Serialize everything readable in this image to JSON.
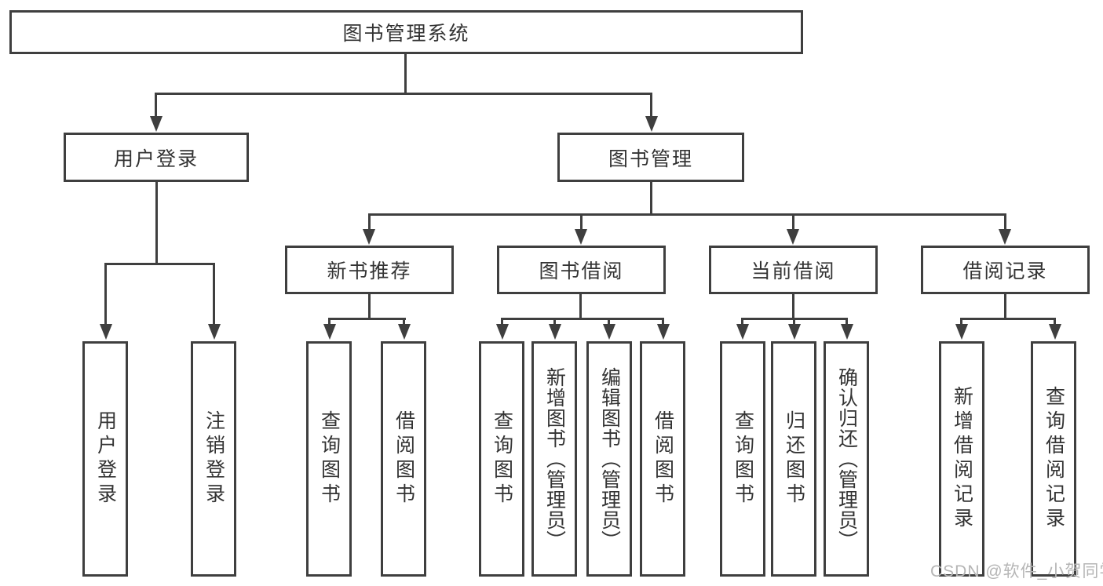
{
  "diagram": {
    "title_node": {
      "label": "图书管理系统"
    },
    "level2": [
      {
        "label": "用户登录"
      },
      {
        "label": "图书管理"
      }
    ],
    "level3": [
      {
        "label": "新书推荐"
      },
      {
        "label": "图书借阅"
      },
      {
        "label": "当前借阅"
      },
      {
        "label": "借阅记录"
      }
    ],
    "leaves": [
      {
        "label": "用户登录"
      },
      {
        "label": "注销登录"
      },
      {
        "label": "查询图书"
      },
      {
        "label": "借阅图书"
      },
      {
        "label": "查询图书"
      },
      {
        "label": "新增图书（管理员）"
      },
      {
        "label": "编辑图书（管理员）"
      },
      {
        "label": "借阅图书"
      },
      {
        "label": "查询图书"
      },
      {
        "label": "归还图书"
      },
      {
        "label": "确认归还（管理员）"
      },
      {
        "label": "新增借阅记录"
      },
      {
        "label": "查询借阅记录"
      }
    ],
    "colors": {
      "line": "#3f3f3f",
      "text": "#333333",
      "background": "#ffffff",
      "watermark_text": "#b5b5b5"
    }
  },
  "watermark": {
    "text": "CSDN @软件_小贺同学"
  }
}
